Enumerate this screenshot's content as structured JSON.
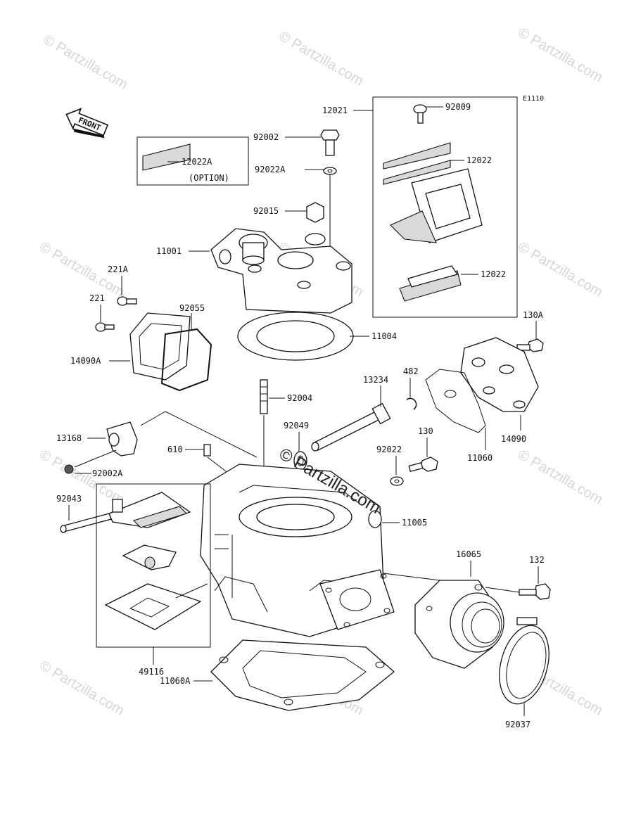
{
  "diagram_code": "E1110",
  "front_label": "FRONT",
  "option_label": "(OPTION)",
  "watermark_text": "© Partzilla.com",
  "center_watermark": "© Partzilla.com",
  "parts": {
    "p12021": "12021",
    "p92009": "92009",
    "p92002": "92002",
    "p92022A": "92022A",
    "p12022A": "12022A",
    "p12022_top": "12022",
    "p92015": "92015",
    "p11001": "11001",
    "p12022_bot": "12022",
    "p221A": "221A",
    "p221": "221",
    "p92055": "92055",
    "p14090A": "14090A",
    "p11004": "11004",
    "p130A": "130A",
    "p13234": "13234",
    "p482": "482",
    "p92004": "92004",
    "p92049": "92049",
    "p13168": "13168",
    "p610": "610",
    "p92022": "92022",
    "p130": "130",
    "p11060": "11060",
    "p14090": "14090",
    "p92002A": "92002A",
    "p92043": "92043",
    "p11005": "11005",
    "p16065": "16065",
    "p132": "132",
    "p49116": "49116",
    "p11060A": "11060A",
    "p92037": "92037"
  }
}
